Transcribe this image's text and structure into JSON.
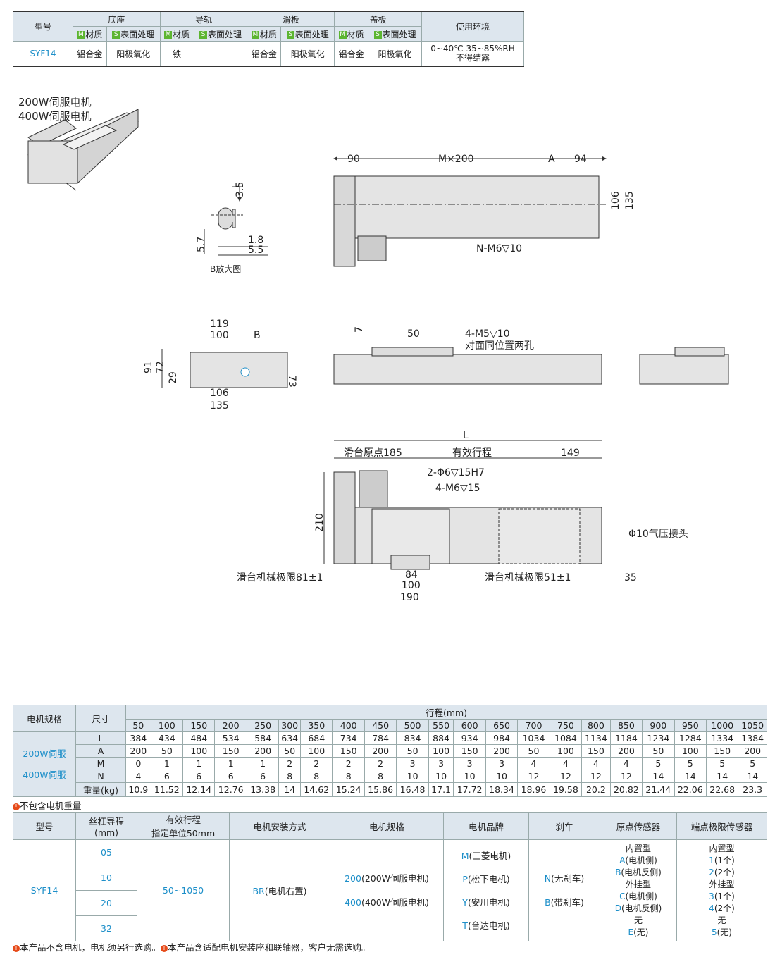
{
  "spec_table": {
    "headers": {
      "model": "型号",
      "base": "底座",
      "rail": "导轨",
      "slider": "滑板",
      "cover": "盖板",
      "env": "使用环境"
    },
    "sub": {
      "m_icon": "M",
      "material": "材质",
      "s_icon": "S",
      "surface": "表面处理"
    },
    "row": {
      "model": "SYF14",
      "base_mat": "铝合金",
      "base_surf": "阳极氧化",
      "rail_mat": "铁",
      "rail_surf": "–",
      "slider_mat": "铝合金",
      "slider_surf": "阳极氧化",
      "cover_mat": "铝合金",
      "cover_surf": "阳极氧化",
      "env_line1": "0~40℃  35~85%RH",
      "env_line2": "不得结露"
    }
  },
  "motor_labels": [
    "200W伺服电机",
    "400W伺服电机"
  ],
  "drawing": {
    "top": {
      "d90": "90",
      "dM": "M×200",
      "dA": "A",
      "d94": "94",
      "d106": "106",
      "d135": "135",
      "hole": "N-M6▽10"
    },
    "detail": {
      "d3_5": "3.5",
      "d5_7": "5.7",
      "d1_8": "1.8",
      "d5_5": "5.5",
      "caption": "B放大图"
    },
    "end": {
      "d119": "119",
      "d100": "100",
      "B": "B",
      "d91": "91",
      "d72": "72",
      "d29": "29",
      "d73": "73",
      "d106": "106",
      "d135": "135"
    },
    "side": {
      "d7": "7",
      "d50": "50",
      "hole": "4-M5▽10",
      "hole_note": "对面同位置两孔"
    },
    "bottom": {
      "L": "L",
      "origin": "滑台原点185",
      "stroke": "有效行程",
      "d149": "149",
      "pin": "2-Φ6▽15H7",
      "hole": "4-M6▽15",
      "d210": "210",
      "joint": "Φ10气压接头",
      "limit1": "滑台机械极限81±1",
      "limit2": "滑台机械极限51±1",
      "d35": "35",
      "d84": "84",
      "d100": "100",
      "d190": "190"
    }
  },
  "size_table": {
    "h_motor": "电机规格",
    "h_dim": "尺寸",
    "h_stroke": "行程(mm)",
    "strokes": [
      "50",
      "100",
      "150",
      "200",
      "250",
      "300",
      "350",
      "400",
      "450",
      "500",
      "550",
      "600",
      "650",
      "700",
      "750",
      "800",
      "850",
      "900",
      "950",
      "1000",
      "1050"
    ],
    "motor_group": [
      "200W伺服",
      "400W伺服"
    ],
    "rows": [
      {
        "label": "L",
        "values": [
          "384",
          "434",
          "484",
          "534",
          "584",
          "634",
          "684",
          "734",
          "784",
          "834",
          "884",
          "934",
          "984",
          "1034",
          "1084",
          "1134",
          "1184",
          "1234",
          "1284",
          "1334",
          "1384"
        ]
      },
      {
        "label": "A",
        "values": [
          "200",
          "50",
          "100",
          "150",
          "200",
          "50",
          "100",
          "150",
          "200",
          "50",
          "100",
          "150",
          "200",
          "50",
          "100",
          "150",
          "200",
          "50",
          "100",
          "150",
          "200"
        ]
      },
      {
        "label": "M",
        "values": [
          "0",
          "1",
          "1",
          "1",
          "1",
          "2",
          "2",
          "2",
          "2",
          "3",
          "3",
          "3",
          "3",
          "4",
          "4",
          "4",
          "4",
          "5",
          "5",
          "5",
          "5"
        ]
      },
      {
        "label": "N",
        "values": [
          "4",
          "6",
          "6",
          "6",
          "6",
          "8",
          "8",
          "8",
          "8",
          "10",
          "10",
          "10",
          "10",
          "12",
          "12",
          "12",
          "12",
          "14",
          "14",
          "14",
          "14"
        ]
      },
      {
        "label": "重量(kg)",
        "values": [
          "10.9",
          "11.52",
          "12.14",
          "12.76",
          "13.38",
          "14",
          "14.62",
          "15.24",
          "15.86",
          "16.48",
          "17.1",
          "17.72",
          "18.34",
          "18.96",
          "19.58",
          "20.2",
          "20.82",
          "21.44",
          "22.06",
          "22.68",
          "23.3"
        ]
      }
    ],
    "note": "不包含电机重量"
  },
  "order_table": {
    "headers": [
      "型号",
      "丝杠导程\n(mm)",
      "有效行程\n指定单位50mm",
      "电机安装方式",
      "电机规格",
      "电机品牌",
      "刹车",
      "原点传感器",
      "端点极限传感器"
    ],
    "model": "SYF14",
    "leads": [
      "05",
      "10",
      "20",
      "32"
    ],
    "stroke": "50~1050",
    "mount_code": "BR",
    "mount_text": "(电机右置)",
    "motor_specs": [
      {
        "code": "200",
        "text": "(200W伺服电机)"
      },
      {
        "code": "400",
        "text": "(400W伺服电机)"
      }
    ],
    "brands": [
      {
        "code": "M",
        "text": "(三菱电机)"
      },
      {
        "code": "P",
        "text": "(松下电机)"
      },
      {
        "code": "Y",
        "text": "(安川电机)"
      },
      {
        "code": "T",
        "text": "(台达电机)"
      }
    ],
    "brakes": [
      {
        "code": "N",
        "text": "(无刹车)"
      },
      {
        "code": "B",
        "text": "(带刹车)"
      }
    ],
    "origin": {
      "t1": "内置型",
      "a": "A",
      "a_t": "(电机侧)",
      "b": "B",
      "b_t": "(电机反侧)",
      "t2": "外挂型",
      "c": "C",
      "c_t": "(电机侧)",
      "d": "D",
      "d_t": "(电机反侧)",
      "t3": "无",
      "e": "E",
      "e_t": "(无)"
    },
    "limit": {
      "t1": "内置型",
      "a": "1",
      "a_t": "(1个)",
      "b": "2",
      "b_t": "(2个)",
      "t2": "外挂型",
      "c": "3",
      "c_t": "(1个)",
      "d": "4",
      "d_t": "(2个)",
      "t3": "无",
      "e": "5",
      "e_t": "(无)"
    }
  },
  "footer_note1": "本产品不含电机，电机须另行选购。",
  "footer_note2": "本产品含适配电机安装座和联轴器，客户无需选购。"
}
